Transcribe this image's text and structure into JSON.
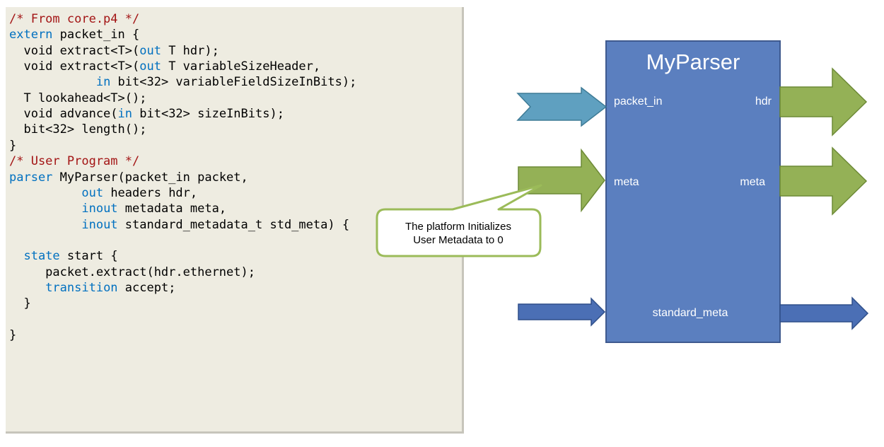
{
  "code": {
    "lines": [
      {
        "tokens": [
          {
            "t": "/* From core.p4 */",
            "k": "comment"
          }
        ]
      },
      {
        "tokens": [
          {
            "t": "extern",
            "k": "keyword"
          },
          {
            "t": " packet_in {",
            "k": "plain"
          }
        ]
      },
      {
        "tokens": [
          {
            "t": "  void extract<T>(",
            "k": "plain"
          },
          {
            "t": "out",
            "k": "keyword"
          },
          {
            "t": " T hdr);",
            "k": "plain"
          }
        ]
      },
      {
        "tokens": [
          {
            "t": "  void extract<T>(",
            "k": "plain"
          },
          {
            "t": "out",
            "k": "keyword"
          },
          {
            "t": " T variableSizeHeader,",
            "k": "plain"
          }
        ]
      },
      {
        "tokens": [
          {
            "t": "            ",
            "k": "plain"
          },
          {
            "t": "in",
            "k": "keyword"
          },
          {
            "t": " bit<32> variableFieldSizeInBits);",
            "k": "plain"
          }
        ]
      },
      {
        "tokens": [
          {
            "t": "  T lookahead<T>();",
            "k": "plain"
          }
        ]
      },
      {
        "tokens": [
          {
            "t": "  void advance(",
            "k": "plain"
          },
          {
            "t": "in",
            "k": "keyword"
          },
          {
            "t": " bit<32> sizeInBits);",
            "k": "plain"
          }
        ]
      },
      {
        "tokens": [
          {
            "t": "  bit<32> length();",
            "k": "plain"
          }
        ]
      },
      {
        "tokens": [
          {
            "t": "}",
            "k": "plain"
          }
        ]
      },
      {
        "tokens": [
          {
            "t": "/* User Program */",
            "k": "comment"
          }
        ]
      },
      {
        "tokens": [
          {
            "t": "parser",
            "k": "keyword"
          },
          {
            "t": " MyParser(packet_in packet,",
            "k": "plain"
          }
        ]
      },
      {
        "tokens": [
          {
            "t": "          ",
            "k": "plain"
          },
          {
            "t": "out",
            "k": "keyword"
          },
          {
            "t": " headers hdr,",
            "k": "plain"
          }
        ]
      },
      {
        "tokens": [
          {
            "t": "          ",
            "k": "plain"
          },
          {
            "t": "inout",
            "k": "keyword"
          },
          {
            "t": " metadata meta,",
            "k": "plain"
          }
        ]
      },
      {
        "tokens": [
          {
            "t": "          ",
            "k": "plain"
          },
          {
            "t": "inout",
            "k": "keyword"
          },
          {
            "t": " standard_metadata_t std_meta) {",
            "k": "plain"
          }
        ]
      },
      {
        "tokens": []
      },
      {
        "tokens": [
          {
            "t": "  ",
            "k": "plain"
          },
          {
            "t": "state",
            "k": "keyword"
          },
          {
            "t": " start {",
            "k": "plain"
          }
        ]
      },
      {
        "tokens": [
          {
            "t": "     packet.extract(hdr.ethernet);",
            "k": "plain"
          }
        ]
      },
      {
        "tokens": [
          {
            "t": "     ",
            "k": "plain"
          },
          {
            "t": "transition",
            "k": "keyword"
          },
          {
            "t": " accept;",
            "k": "plain"
          }
        ]
      },
      {
        "tokens": [
          {
            "t": "  }",
            "k": "plain"
          }
        ]
      },
      {
        "tokens": []
      },
      {
        "tokens": [
          {
            "t": "}",
            "k": "plain"
          }
        ]
      }
    ]
  },
  "diagram": {
    "block_title": "MyParser",
    "ports": {
      "packet_in": "packet_in",
      "hdr": "hdr",
      "meta_in": "meta",
      "meta_out": "meta",
      "standard_meta": "standard_meta"
    },
    "callout": {
      "line1": "The platform Initializes",
      "line2": "User Metadata to 0"
    }
  },
  "colors": {
    "code_bg": "#eeece1",
    "comment": "#a31515",
    "keyword": "#0070c0",
    "block_fill": "#5b7fbf",
    "block_border": "#3f5a8f",
    "packet_arrow": "#5fa0c0",
    "meta_arrow": "#94b156",
    "std_arrow": "#4b6fb5",
    "callout_border": "#9bbb59"
  }
}
